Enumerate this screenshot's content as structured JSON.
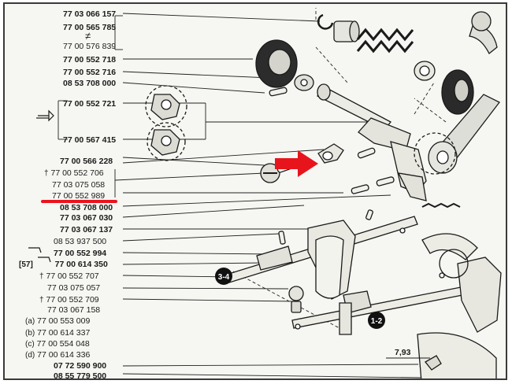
{
  "diagram": {
    "part_numbers": [
      {
        "text": "77 03 066 157",
        "bold": true
      },
      {
        "text": "77 00 565 785",
        "bold": true
      },
      {
        "text": "77 00 576 839",
        "bold": false
      },
      {
        "text": "77 00 552 718",
        "bold": true
      },
      {
        "text": "77 00 552 716",
        "bold": true
      },
      {
        "text": "08 53 708 000",
        "bold": true
      },
      {
        "text": "77 00 552 721",
        "bold": true
      },
      {
        "text": "77 00 567 415",
        "bold": true
      },
      {
        "text": "77 00 566 228",
        "bold": true
      },
      {
        "text": "77 00 552 706",
        "bold": false,
        "prefix": "†"
      },
      {
        "text": "77 03 075 058",
        "bold": false
      },
      {
        "text": "77 00 552 989",
        "bold": false
      },
      {
        "text": "08 53 708 000",
        "bold": true
      },
      {
        "text": "77 03 067 030",
        "bold": true
      },
      {
        "text": "77 03 067 137",
        "bold": true
      },
      {
        "text": "08 53 937 500",
        "bold": false
      },
      {
        "text": "77 00 552 994",
        "bold": true
      },
      {
        "text": "77 00 614 350",
        "bold": true,
        "prefix": "[57]"
      },
      {
        "text": "77 00 552 707",
        "bold": false,
        "prefix": "†"
      },
      {
        "text": "77 03 075 057",
        "bold": false
      },
      {
        "text": "77 00 552 709",
        "bold": false,
        "prefix": "†"
      },
      {
        "text": "77 03 067 158",
        "bold": false
      },
      {
        "text": "77 00 553 009",
        "bold": false,
        "prefix": "(a)"
      },
      {
        "text": "77 00 614 337",
        "bold": false,
        "prefix": "(b)"
      },
      {
        "text": "77 00 554 048",
        "bold": false,
        "prefix": "(c)"
      },
      {
        "text": "77 00 614 336",
        "bold": false,
        "prefix": "(d)"
      },
      {
        "text": "07 72 590 900",
        "bold": true
      },
      {
        "text": "08 55 779 500",
        "bold": true
      }
    ],
    "not_equal_symbol": "≠",
    "callouts": {
      "gear_34": "3-4",
      "gear_12": "1-2",
      "dimension": "7,93"
    },
    "highlight": {
      "arrow_color": "#e8141c",
      "underline_color": "#e8141c",
      "target": "77 00 552 989"
    }
  }
}
